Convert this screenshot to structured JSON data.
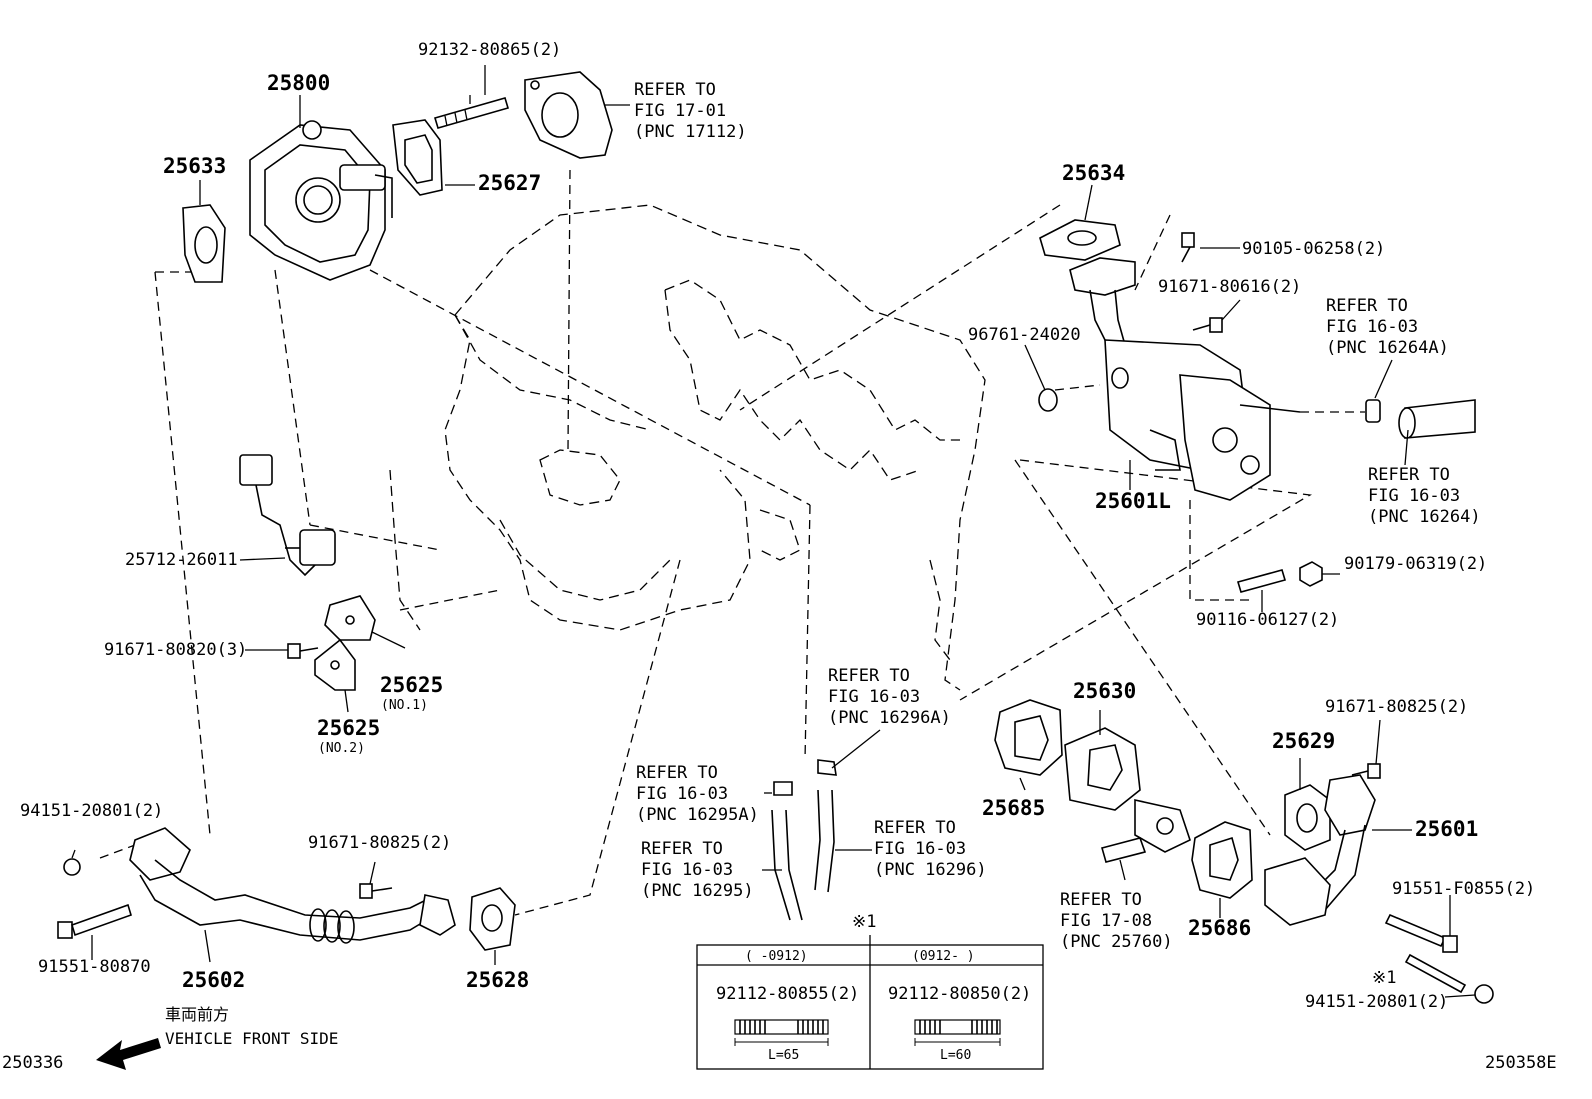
{
  "labels": {
    "p25800": "25800",
    "p92132": "92132-80865(2)",
    "ref17112_a": "REFER TO",
    "ref17112_b": "FIG 17-01",
    "ref17112_c": "(PNC 17112)",
    "p25633": "25633",
    "p25627": "25627",
    "p25634": "25634",
    "p90105": "90105-06258(2)",
    "p91671_616": "91671-80616(2)",
    "ref16264A_a": "REFER TO",
    "ref16264A_b": "FIG 16-03",
    "ref16264A_c": "(PNC 16264A)",
    "p96761": "96761-24020",
    "p25601L": "25601L",
    "ref16264_a": "REFER TO",
    "ref16264_b": "FIG 16-03",
    "ref16264_c": "(PNC 16264)",
    "p25712": "25712-26011",
    "p90179": "90179-06319(2)",
    "p90116": "90116-06127(2)",
    "p91671_820": "91671-80820(3)",
    "p25625a": "25625",
    "p25625a_sub": "(NO.1)",
    "p25625b": "25625",
    "p25625b_sub": "(NO.2)",
    "ref16296A_a": "REFER TO",
    "ref16296A_b": "FIG 16-03",
    "ref16296A_c": "(PNC 16296A)",
    "p25630": "25630",
    "p91671_825r": "91671-80825(2)",
    "p25629": "25629",
    "p25685": "25685",
    "ref16295A_a": "REFER TO",
    "ref16295A_b": "FIG 16-03",
    "ref16295A_c": "(PNC 16295A)",
    "p25601": "25601",
    "p94151_l": "94151-20801(2)",
    "p91671_825l": "91671-80825(2)",
    "ref16296_a": "REFER TO",
    "ref16296_b": "FIG 16-03",
    "ref16296_c": "(PNC 16296)",
    "ref16295_a": "REFER TO",
    "ref16295_b": "FIG 16-03",
    "ref16295_c": "(PNC 16295)",
    "p91551_f": "91551-F0855(2)",
    "ref25760_a": "REFER TO",
    "ref25760_b": "FIG 17-08",
    "ref25760_c": "(PNC 25760)",
    "p25686": "25686",
    "p91551_870": "91551-80870",
    "p25602": "25602",
    "p25628": "25628",
    "note_mark_top": "※1",
    "note_mark_right": "※1",
    "p94151_r": "94151-20801(2)",
    "front_jp": "車両前方",
    "front_en": "VEHICLE FRONT SIDE",
    "code_left": "250336",
    "code_right": "250358E"
  },
  "table": {
    "col1_header": "(     -0912)",
    "col2_header": "(0912-      )",
    "col1_part": "92112-80855(2)",
    "col2_part": "92112-80850(2)",
    "col1_len": "L=65",
    "col2_len": "L=60"
  }
}
